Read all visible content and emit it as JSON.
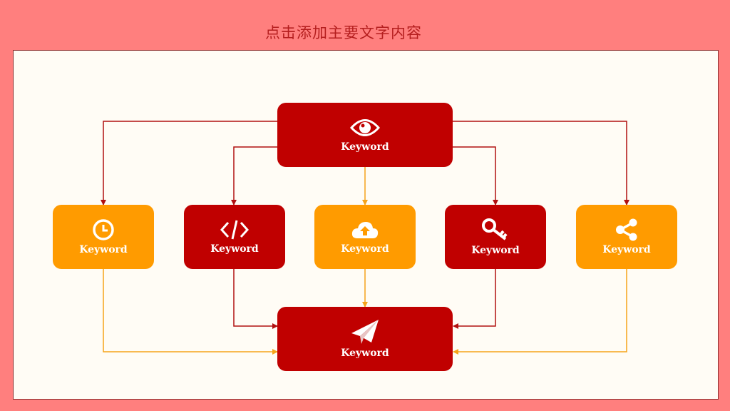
{
  "title": "点击添加主要文字内容",
  "colors": {
    "red": "#C00000",
    "orange": "#FF9B00",
    "background": "#FF7F7E",
    "panel": "#FFFCF5"
  },
  "nodes": {
    "top": {
      "label": "Keyword",
      "icon": "eye-icon"
    },
    "n1": {
      "label": "Keyword",
      "icon": "clock-icon"
    },
    "n2": {
      "label": "Keyword",
      "icon": "code-icon"
    },
    "n3": {
      "label": "Keyword",
      "icon": "cloud-upload-icon"
    },
    "n4": {
      "label": "Keyword",
      "icon": "key-icon"
    },
    "n5": {
      "label": "Keyword",
      "icon": "share-icon"
    },
    "bottom": {
      "label": "Keyword",
      "icon": "paper-plane-icon"
    }
  }
}
